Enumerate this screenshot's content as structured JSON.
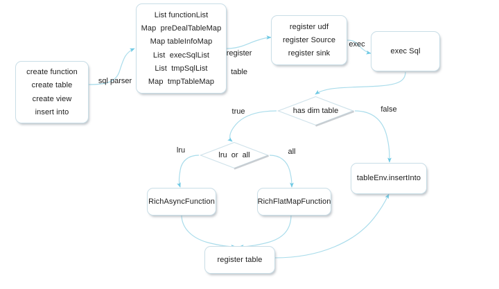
{
  "diagram": {
    "title": "SQL execution flow",
    "background": "#ffffff",
    "node_border_color": "#c8dde6",
    "edge_color": "#a9dceb",
    "diamond_border_color": "#cfe2ea",
    "text_color": "#1b1b1b"
  },
  "nodes": {
    "ddl": {
      "lines": [
        "create function",
        "create table",
        "create view",
        "insert into"
      ]
    },
    "parsed_structures": {
      "lines": [
        "List functionList",
        "Map  preDealTableMap",
        "Map tableInfoMap",
        "List  execSqlList",
        "List  tmpSqlList",
        "Map  tmpTableMap"
      ]
    },
    "register": {
      "lines": [
        "register udf",
        "register Source",
        "register sink"
      ]
    },
    "exec_sql": {
      "lines": [
        "exec Sql"
      ]
    },
    "rich_async": {
      "lines": [
        "RichAsyncFunction"
      ]
    },
    "rich_flatmap": {
      "lines": [
        "RichFlatMapFunction"
      ]
    },
    "register_table": {
      "lines": [
        "register table"
      ]
    },
    "table_env_insert": {
      "lines": [
        "tableEnv.insertInto"
      ]
    }
  },
  "decisions": {
    "has_dim_table": {
      "label": "has dim table"
    },
    "lru_or_all": {
      "label": "lru  or  all"
    }
  },
  "edge_labels": {
    "sql_parser": "sql parser",
    "register_table": "register\ntable",
    "exec": "exec",
    "true": "true",
    "false": "false",
    "lru": "lru",
    "all": "all"
  }
}
